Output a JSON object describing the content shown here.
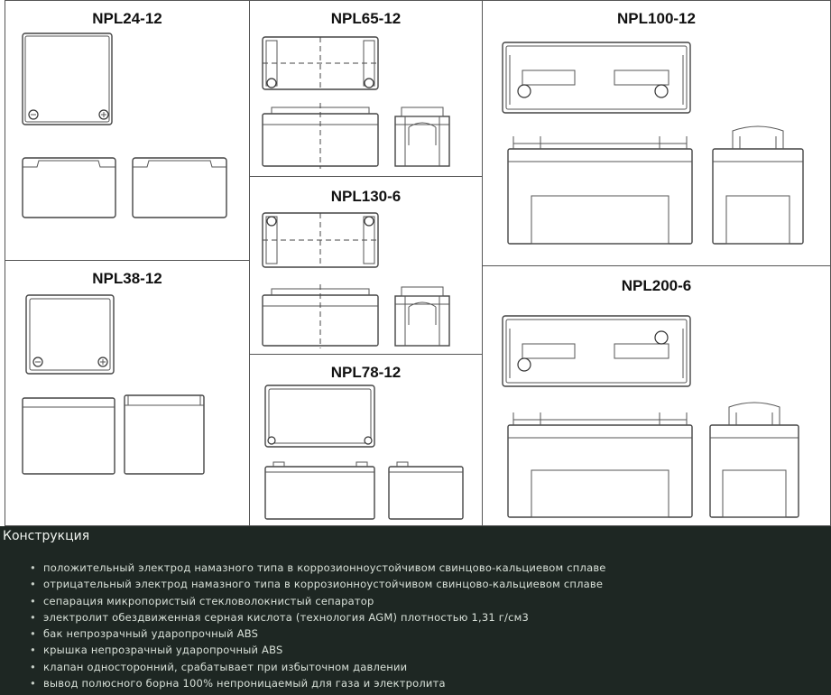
{
  "panels": {
    "npl24_12": "NPL24-12",
    "npl38_12": "NPL38-12",
    "npl65_12": "NPL65-12",
    "npl130_6": "NPL130-6",
    "npl78_12": "NPL78-12",
    "npl100_12": "NPL100-12",
    "npl200_6": "NPL200-6"
  },
  "construction": {
    "title": "Конструкция",
    "bullet": "•",
    "items": [
      "положительный электрод намазного типа в коррозионноустойчивом свинцово-кальциевом сплаве",
      "отрицательный электрод намазного типа в коррозионноустойчивом свинцово-кальциевом сплаве",
      "сепарация микропористый стекловолокнистый сепаратор",
      "электролит обездвиженная серная кислота (технология AGM) плотностью 1,31 г/см3",
      "бак непрозрачный ударопрочный ABS",
      "крышка непрозрачный ударопрочный ABS",
      "клапан односторонний, срабатывает при избыточном давлении",
      "вывод полюсного борна 100% непроницаемый для газа и электролита"
    ]
  },
  "colors": {
    "text_panel_bg": "#1e2723",
    "diagram_bg": "#ffffff",
    "line": "#444444"
  }
}
